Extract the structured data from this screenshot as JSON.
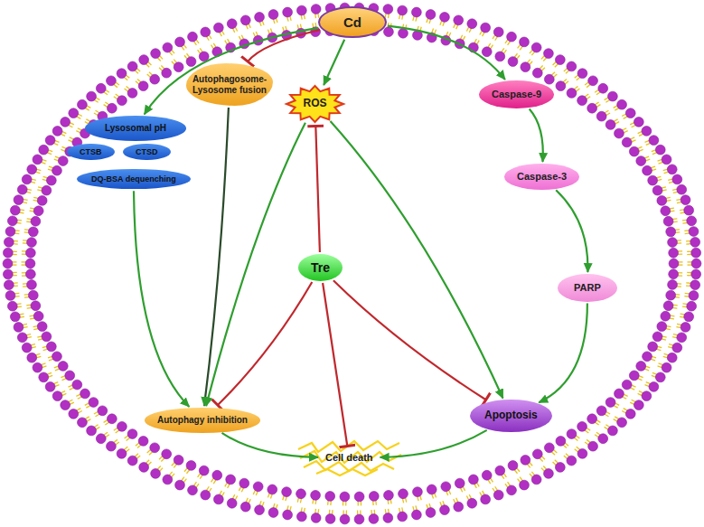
{
  "diagram": {
    "nodes": [
      {
        "text": [
          "Cd"
        ]
      },
      {
        "text": [
          "Autophagosome-Lysosome fusion"
        ]
      },
      {
        "text": [
          "Caspase-9"
        ]
      },
      {
        "text": [
          "Lysosomal pH"
        ]
      },
      {
        "text": [
          "CTSB"
        ]
      },
      {
        "text": [
          "CTSD"
        ]
      },
      {
        "text": [
          "DQ-BSA dequenching"
        ]
      },
      {
        "text": [
          "ROS"
        ]
      },
      {
        "text": [
          "Tre"
        ]
      },
      {
        "text": [
          "Caspase-3"
        ]
      },
      {
        "text": [
          "PARP"
        ]
      },
      {
        "text": [
          "Autophagy inhibition"
        ]
      },
      {
        "text": [
          "Apoptosis"
        ]
      },
      {
        "text": [
          "Cell death"
        ]
      }
    ],
    "edges": [
      {
        "from": 0,
        "to": 3,
        "arrow": "to"
      },
      {
        "from": 0,
        "to": 1,
        "arrow": "to"
      },
      {
        "from": 0,
        "to": 7,
        "arrow": "to"
      },
      {
        "from": 0,
        "to": 2,
        "arrow": "to"
      },
      {
        "from": 2,
        "to": 9,
        "arrow": "to"
      },
      {
        "from": 9,
        "to": 10,
        "arrow": "to"
      },
      {
        "from": 10,
        "to": 12,
        "arrow": "to"
      },
      {
        "from": 6,
        "to": 11,
        "arrow": "to"
      },
      {
        "from": 1,
        "to": 11,
        "arrow": "to"
      },
      {
        "from": 7,
        "to": 11,
        "arrow": "to"
      },
      {
        "from": 7,
        "to": 12,
        "arrow": "to"
      },
      {
        "from": 8,
        "to": 7,
        "arrow": "to"
      },
      {
        "from": 8,
        "to": 11,
        "arrow": "to"
      },
      {
        "from": 8,
        "to": 13,
        "arrow": "to"
      },
      {
        "from": 8,
        "to": 12,
        "arrow": "to"
      },
      {
        "from": 11,
        "to": 13,
        "arrow": "to"
      },
      {
        "from": 12,
        "to": 13,
        "arrow": "to"
      }
    ]
  }
}
